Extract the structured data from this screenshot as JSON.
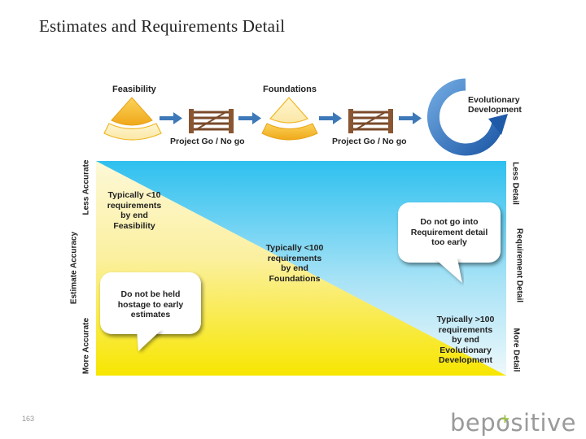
{
  "title": "Estimates and Requirements Detail",
  "phases": {
    "feasibility": "Feasibility",
    "foundations": "Foundations",
    "evolutionary": "Evolutionary\nDevelopment"
  },
  "gates": {
    "gate1": "Project Go / No go",
    "gate2": "Project Go / No go"
  },
  "axes": {
    "left_top": "Less Accurate",
    "left_middle": "Estimate Accuracy",
    "left_bottom": "More Accurate",
    "right_top": "Less Detail",
    "right_middle": "Requirement Detail",
    "right_bottom": "More Detail"
  },
  "notes": {
    "feasibility": "Typically <10\nrequirements\nby end\nFeasibility",
    "foundations": "Typically <100\nrequirements\nby end\nFoundations",
    "evolutionary": "Typically >100\nrequirements\nby end\nEvolutionary\nDevelopment"
  },
  "bubbles": {
    "detail": "Do not go into\nRequirement detail\ntoo early",
    "hostage": "Do not be held\nhostage to early\nestimates"
  },
  "page_number": "163",
  "logo": {
    "pre": "bep",
    "o": "o",
    "post": "sitive"
  },
  "colors": {
    "sky_top": "#2ec0ef",
    "yellow": "#f7e600",
    "cone_orange": "#f2b51b",
    "arrow_blue": "#3d78b8",
    "gate_brown": "#7a4a2a",
    "logo_gray": "#9a9a9a",
    "logo_plus": "#9bc33c"
  }
}
